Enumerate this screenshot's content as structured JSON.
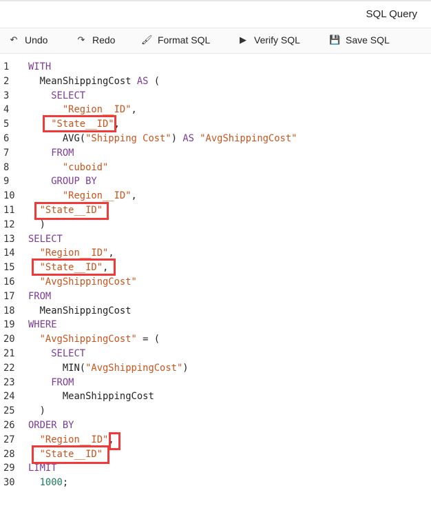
{
  "header": {
    "title": "SQL Query"
  },
  "toolbar": {
    "undo": "Undo",
    "redo": "Redo",
    "format": "Format SQL",
    "verify": "Verify SQL",
    "save": "Save SQL"
  },
  "editor": {
    "lines": [
      [
        [
          0,
          ""
        ],
        [
          "kw",
          "WITH"
        ]
      ],
      [
        [
          2,
          ""
        ],
        [
          "id",
          "MeanShippingCost "
        ],
        [
          "kw",
          "AS"
        ],
        [
          "id",
          " ("
        ]
      ],
      [
        [
          4,
          ""
        ],
        [
          "kw",
          "SELECT"
        ]
      ],
      [
        [
          6,
          ""
        ],
        [
          "str",
          "\"Region__ID\""
        ],
        [
          "id",
          ","
        ]
      ],
      [
        [
          4,
          ""
        ],
        [
          "str",
          "\"State__ID\""
        ],
        [
          "id",
          ","
        ]
      ],
      [
        [
          6,
          ""
        ],
        [
          "id",
          "AVG("
        ],
        [
          "str",
          "\"Shipping Cost\""
        ],
        [
          "id",
          ") "
        ],
        [
          "kw",
          "AS"
        ],
        [
          "id",
          " "
        ],
        [
          "str",
          "\"AvgShippingCost\""
        ]
      ],
      [
        [
          4,
          ""
        ],
        [
          "kw",
          "FROM"
        ]
      ],
      [
        [
          6,
          ""
        ],
        [
          "str",
          "\"cuboid\""
        ]
      ],
      [
        [
          4,
          ""
        ],
        [
          "kw",
          "GROUP BY"
        ]
      ],
      [
        [
          6,
          ""
        ],
        [
          "str",
          "\"Region__ID\""
        ],
        [
          "id",
          ","
        ]
      ],
      [
        [
          2,
          ""
        ],
        [
          "str",
          "\"State__ID\""
        ]
      ],
      [
        [
          2,
          ""
        ],
        [
          "id",
          ")"
        ]
      ],
      [
        [
          0,
          ""
        ],
        [
          "kw",
          "SELECT"
        ]
      ],
      [
        [
          2,
          ""
        ],
        [
          "str",
          "\"Region__ID\""
        ],
        [
          "id",
          ","
        ]
      ],
      [
        [
          2,
          ""
        ],
        [
          "str",
          "\"State__ID\""
        ],
        [
          "id",
          ","
        ]
      ],
      [
        [
          2,
          ""
        ],
        [
          "str",
          "\"AvgShippingCost\""
        ]
      ],
      [
        [
          0,
          ""
        ],
        [
          "kw",
          "FROM"
        ]
      ],
      [
        [
          2,
          ""
        ],
        [
          "id",
          "MeanShippingCost"
        ]
      ],
      [
        [
          0,
          ""
        ],
        [
          "kw",
          "WHERE"
        ]
      ],
      [
        [
          2,
          ""
        ],
        [
          "str",
          "\"AvgShippingCost\""
        ],
        [
          "id",
          " = ("
        ]
      ],
      [
        [
          4,
          ""
        ],
        [
          "kw",
          "SELECT"
        ]
      ],
      [
        [
          6,
          ""
        ],
        [
          "id",
          "MIN("
        ],
        [
          "str",
          "\"AvgShippingCost\""
        ],
        [
          "id",
          ")"
        ]
      ],
      [
        [
          4,
          ""
        ],
        [
          "kw",
          "FROM"
        ]
      ],
      [
        [
          6,
          ""
        ],
        [
          "id",
          "MeanShippingCost"
        ]
      ],
      [
        [
          2,
          ""
        ],
        [
          "id",
          ")"
        ]
      ],
      [
        [
          0,
          ""
        ],
        [
          "kw",
          "ORDER BY"
        ]
      ],
      [
        [
          2,
          ""
        ],
        [
          "str",
          "\"Region__ID\""
        ],
        [
          "id",
          ","
        ]
      ],
      [
        [
          2,
          ""
        ],
        [
          "str",
          "\"State__ID\""
        ]
      ],
      [
        [
          0,
          ""
        ],
        [
          "kw",
          "LIMIT"
        ]
      ],
      [
        [
          2,
          ""
        ],
        [
          "num",
          "1000"
        ],
        [
          "id",
          ";"
        ]
      ]
    ]
  }
}
